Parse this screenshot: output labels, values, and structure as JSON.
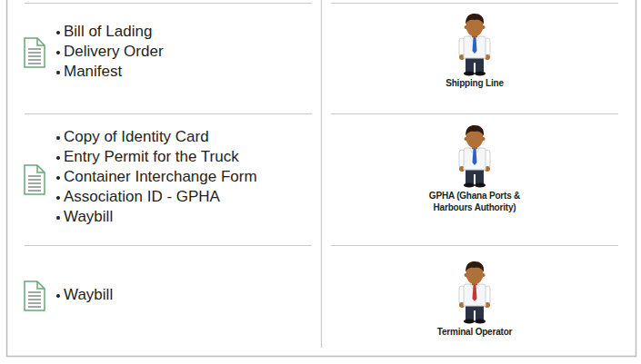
{
  "diagram": {
    "labels": [
      "Bill of Lading",
      "Delivery Order",
      "Manifest",
      "Shipping Line",
      "Copy of Identity Card",
      "Entry Permit for the Truck",
      "Container Interchange Form",
      "Association ID - GPHA",
      "Waybill",
      "GPHA (Ghana Ports & Harbours Authority)",
      "Waybill",
      "Terminal Operator"
    ]
  }
}
